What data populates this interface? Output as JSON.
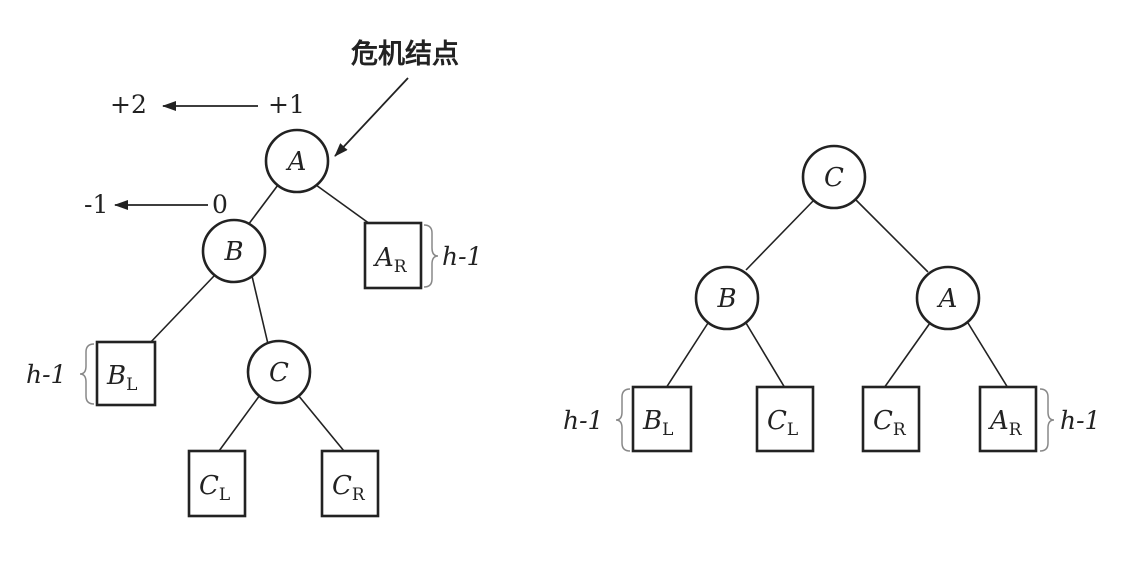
{
  "left_tree": {
    "annotation_text": "危机结点",
    "nodes": {
      "A": "A",
      "B": "B",
      "C": "C",
      "AR": {
        "main": "A",
        "sub": "R"
      },
      "BL": {
        "main": "B",
        "sub": "L"
      },
      "CL": {
        "main": "C",
        "sub": "L"
      },
      "CR": {
        "main": "C",
        "sub": "R"
      }
    },
    "balance": {
      "A_before": "+1",
      "A_after": "+2",
      "B_before": "0",
      "B_after": "-1"
    },
    "height_AR": "h-1",
    "height_BL": "h-1"
  },
  "right_tree": {
    "nodes": {
      "C": "C",
      "B": "B",
      "A": "A",
      "BL": {
        "main": "B",
        "sub": "L"
      },
      "CL": {
        "main": "C",
        "sub": "L"
      },
      "CR": {
        "main": "C",
        "sub": "R"
      },
      "AR": {
        "main": "A",
        "sub": "R"
      }
    },
    "height_BL": "h-1",
    "height_AR": "h-1"
  },
  "colors": {
    "stroke": "#222222",
    "background": "#ffffff"
  }
}
